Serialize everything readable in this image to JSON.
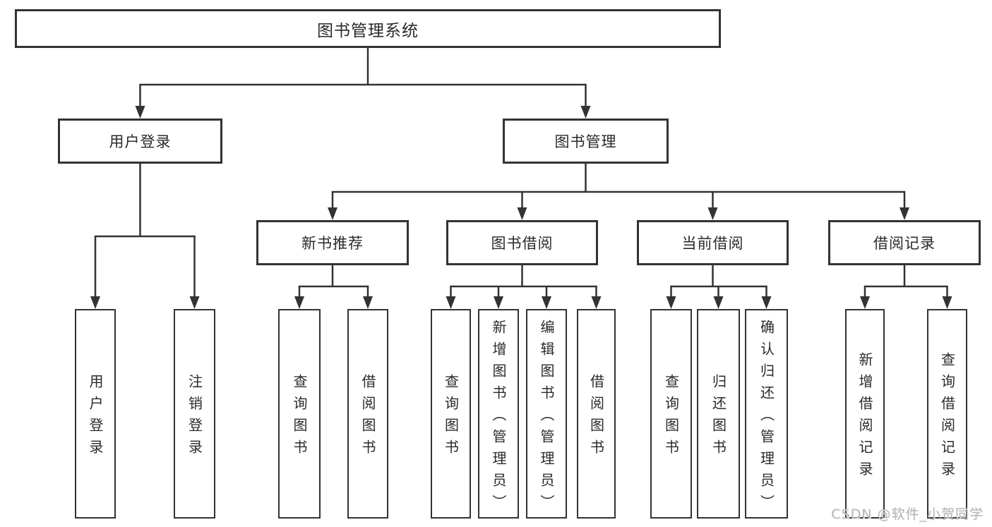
{
  "diagram_title": "图书管理系统",
  "tree": {
    "root": {
      "id": "root",
      "label": "图书管理系统"
    },
    "level1": [
      {
        "id": "user-login",
        "label": "用户登录",
        "parent": "root"
      },
      {
        "id": "book-management",
        "label": "图书管理",
        "parent": "root"
      }
    ],
    "level2": [
      {
        "id": "new-book-recommend",
        "label": "新书推荐",
        "parent": "book-management"
      },
      {
        "id": "book-borrowing",
        "label": "图书借阅",
        "parent": "book-management"
      },
      {
        "id": "current-borrowing",
        "label": "当前借阅",
        "parent": "book-management"
      },
      {
        "id": "borrowing-records",
        "label": "借阅记录",
        "parent": "book-management"
      }
    ],
    "leaves": [
      {
        "id": "leaf-user-login",
        "label": "用户登录",
        "parent": "user-login"
      },
      {
        "id": "leaf-logout",
        "label": "注销登录",
        "parent": "user-login"
      },
      {
        "id": "leaf-query-books-recommend",
        "label": "查询图书",
        "parent": "new-book-recommend"
      },
      {
        "id": "leaf-borrow-books-recommend",
        "label": "借阅图书",
        "parent": "new-book-recommend"
      },
      {
        "id": "leaf-query-books-borrowing",
        "label": "查询图书",
        "parent": "book-borrowing"
      },
      {
        "id": "leaf-add-books-admin",
        "label": "新增图书（管理员）",
        "parent": "book-borrowing"
      },
      {
        "id": "leaf-edit-books-admin",
        "label": "编辑图书（管理员）",
        "parent": "book-borrowing"
      },
      {
        "id": "leaf-borrow-books-borrowing",
        "label": "借阅图书",
        "parent": "book-borrowing"
      },
      {
        "id": "leaf-query-books-current",
        "label": "查询图书",
        "parent": "current-borrowing"
      },
      {
        "id": "leaf-return-books",
        "label": "归还图书",
        "parent": "current-borrowing"
      },
      {
        "id": "leaf-confirm-return-admin",
        "label": "确认归还（管理员）",
        "parent": "current-borrowing"
      },
      {
        "id": "leaf-add-borrow-record",
        "label": "新增借阅记录",
        "parent": "borrowing-records"
      },
      {
        "id": "leaf-query-borrow-record",
        "label": "查询借阅记录",
        "parent": "borrowing-records"
      }
    ]
  },
  "watermark": {
    "text": "CSDN @软件_小贺同学"
  },
  "colors": {
    "line": "#333333",
    "box_border": "#333333",
    "box_fill": "#ffffff",
    "text": "#2a2a2a",
    "watermark": "#b5b5b5",
    "background": "#ffffff"
  }
}
